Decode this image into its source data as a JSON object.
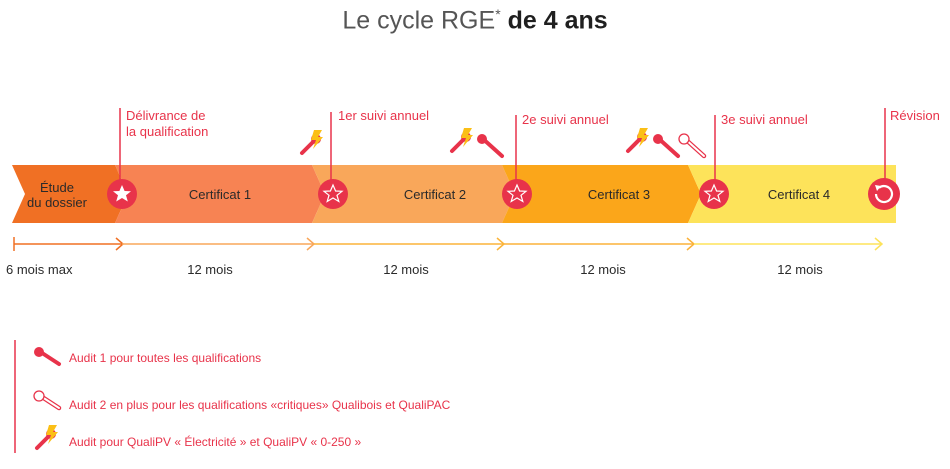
{
  "title": {
    "prefix": "Le cycle RGE",
    "asterisk": "*",
    "bold": "de 4 ans"
  },
  "colors": {
    "red": "#e8334a",
    "orange_dark": "#f07024",
    "orange_mid": "#f9a75a",
    "orange": "#fba61a",
    "yellow": "#fde35a"
  },
  "etude": {
    "line1": "Étude",
    "line2": "du dossier"
  },
  "milestones": {
    "delivrance_1": "Délivrance de",
    "delivrance_2": "la qualification",
    "suivi1": "1er suivi annuel",
    "suivi2": "2e suivi annuel",
    "suivi3": "3e suivi annuel",
    "revision": "Révision"
  },
  "certificats": [
    "Certificat 1",
    "Certificat 2",
    "Certificat 3",
    "Certificat 4"
  ],
  "durations": [
    "6 mois max",
    "12 mois",
    "12 mois",
    "12 mois",
    "12 mois"
  ],
  "legend": {
    "audit1": "Audit 1 pour  toutes les qualifications",
    "audit2": "Audit 2 en plus pour les qualifications «critiques» Qualibois et QualiPAC",
    "audit_pv": "Audit pour QualiPV « Électricité » et QualiPV « 0-250 »"
  }
}
